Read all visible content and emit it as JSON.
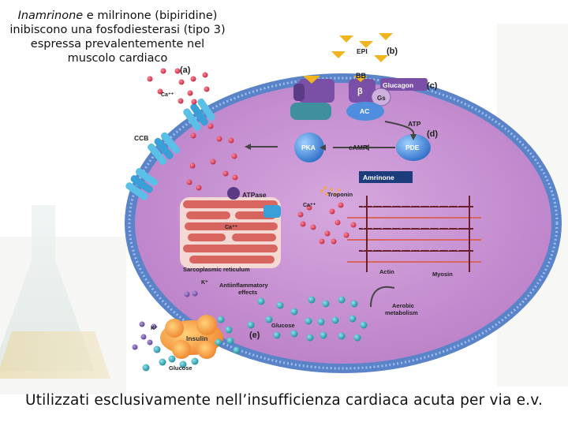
{
  "caption": {
    "drug_name": "Inamrinone",
    "rest": " e milrinone (bipiridine) inibiscono una fosfodiesterasi (tipo 3) espressa prevalentemente nel muscolo cardiaco"
  },
  "footer": "Utilizzati esclusivamente nell’insufficienza cardiaca acuta per via e.v.",
  "diagram": {
    "panel_labels": {
      "a": "(a)",
      "b": "(b)",
      "c": "(c)",
      "d": "(d)",
      "e": "(e)"
    },
    "labels": {
      "epi": "EPI",
      "bb": "BB",
      "beta": "β",
      "gs": "Gs",
      "glucagon": "Glucagon",
      "ac": "AC",
      "atp_top": "ATP",
      "camp": "cAMP",
      "pka": "PKA",
      "pde": "PDE",
      "amrinone": "Amrinone",
      "ccb": "CCB",
      "ca_out": "Ca⁺⁺",
      "atpase": "ATPase",
      "troponin": "Troponin",
      "ca_in": "Ca⁺⁺",
      "ca_sr": "Ca⁺⁺",
      "sr": "Sarcoplasmic reticulum",
      "actin": "Actin",
      "myosin": "Myosin",
      "k_top": "K⁺",
      "anti1": "Antiinflammatory",
      "anti2": "effects",
      "aerobic1": "Aerobic",
      "aerobic2": "metabolism",
      "glucose_in": "Glucose",
      "insulin": "Insulin",
      "k_out": "K⁺",
      "glucose_out": "Glucose"
    },
    "colors": {
      "cell": "#c58fd0",
      "membrane": "#5a83c8",
      "receptor": "#7a4fa6",
      "enzyme": "#4f8ede",
      "sr": "#d8655f",
      "insulin": "#f39a3c",
      "ca_dot": "#d43a56",
      "glucose_dot": "#2c9ca8",
      "k_dot": "#6a4a96"
    }
  }
}
